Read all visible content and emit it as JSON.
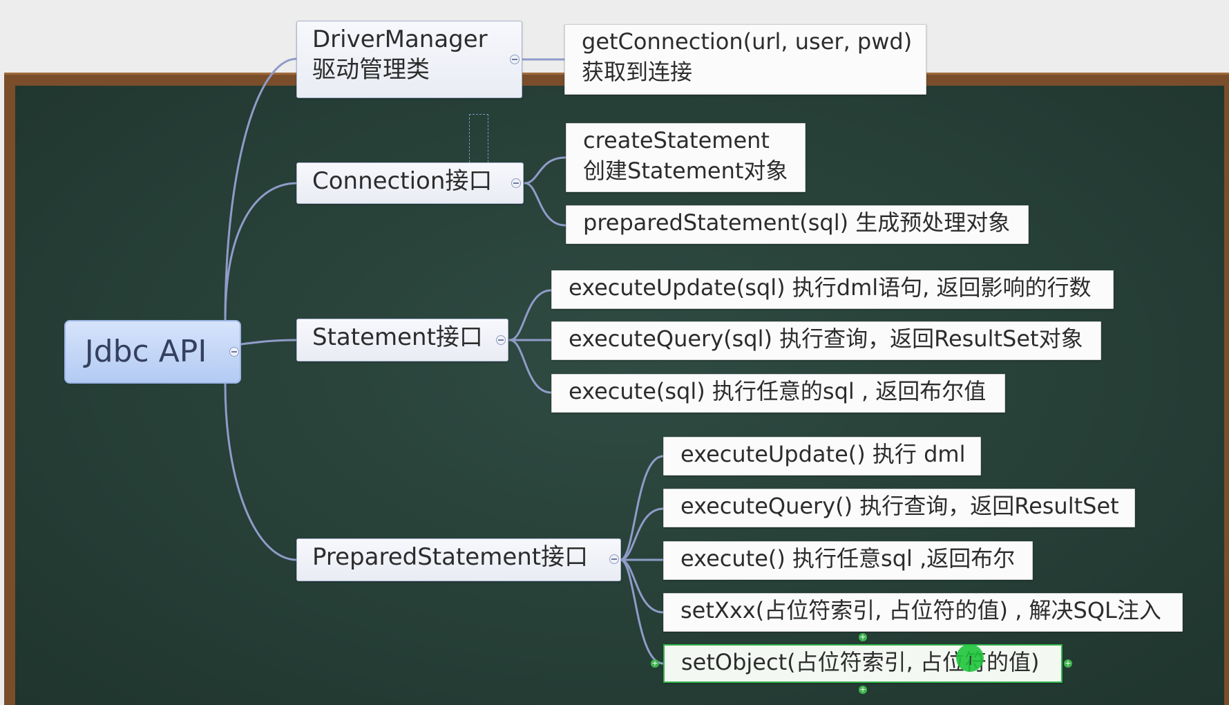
{
  "colors": {
    "board": "#263f37",
    "frame": "#7a4e2b",
    "connector": "#8f9cc8",
    "root_fill": "#b3cbf3",
    "selection": "#34b34a"
  },
  "root": {
    "label": "Jdbc API"
  },
  "branches": {
    "driver_manager": {
      "line1": "DriverManager",
      "line2": "驱动管理类",
      "children": [
        {
          "line1": "getConnection(url, user, pwd)",
          "line2": "获取到连接"
        }
      ]
    },
    "connection": {
      "label": "Connection接口",
      "children": [
        {
          "line1": "createStatement",
          "line2": "创建Statement对象"
        },
        {
          "line1": "preparedStatement(sql) 生成预处理对象"
        }
      ]
    },
    "statement": {
      "label": "Statement接口",
      "children": [
        "executeUpdate(sql) 执行dml语句, 返回影响的行数",
        "executeQuery(sql) 执行查询，返回ResultSet对象",
        "execute(sql) 执行任意的sql , 返回布尔值"
      ]
    },
    "prepared_statement": {
      "label": "PreparedStatement接口",
      "children": [
        "executeUpdate() 执行 dml",
        "executeQuery() 执行查询，返回ResultSet",
        "execute() 执行任意sql ,返回布尔",
        "setXxx(占位符索引, 占位符的值) , 解决SQL注入",
        "setObject(占位符索引, 占位符的值)"
      ]
    }
  },
  "icons": {
    "collapse": "minus-circle-icon",
    "handle": "plus-icon",
    "cursor": "text-cursor-icon"
  }
}
